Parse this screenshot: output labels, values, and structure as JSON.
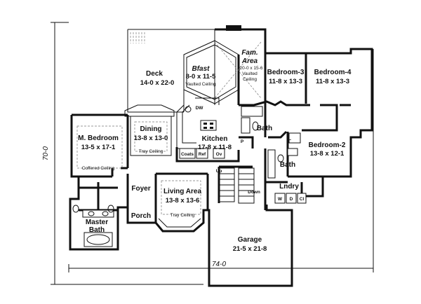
{
  "overall": {
    "width": "74-0",
    "depth": "70-0"
  },
  "rooms": {
    "deck": {
      "name": "Deck",
      "dim": "14-0 x 22-0"
    },
    "bfast": {
      "name": "Bfast",
      "dim": "8-0 x 11-5",
      "note": "Vaulted Ceiling"
    },
    "fam_area": {
      "name_line1": "Fam.",
      "name_line2": "Area",
      "dim": "20-0 x 15-6",
      "note1": "Vaulted",
      "note2": "Ceiling"
    },
    "bedroom3": {
      "name": "Bedroom-3",
      "dim": "11-8 x 13-3"
    },
    "bedroom4": {
      "name": "Bedroom-4",
      "dim": "11-8 x 13-3"
    },
    "bedroom2": {
      "name": "Bedroom-2",
      "dim": "13-8 x 12-1"
    },
    "m_bedroom": {
      "name": "M. Bedroom",
      "dim": "13-5 x 17-1",
      "note": "Coffered Ceiling"
    },
    "dining": {
      "name": "Dining",
      "dim": "13-8 x 13-0",
      "note": "Tray Ceiling"
    },
    "kitchen": {
      "name": "Kitchen",
      "dim": "17-8 x 11-8"
    },
    "living": {
      "name": "Living Area",
      "dim": "13-8 x 13-6",
      "note": "Tray Ceiling"
    },
    "foyer": {
      "name": "Foyer"
    },
    "porch": {
      "name": "Porch"
    },
    "master_bath": {
      "name_line1": "Master",
      "name_line2": "Bath"
    },
    "garage": {
      "name": "Garage",
      "dim": "21-5 x 21-8"
    },
    "bath1": {
      "name": "Bath"
    },
    "bath2": {
      "name": "Bath"
    },
    "laundry": {
      "name": "Lndry"
    }
  },
  "fixtures": {
    "dw": "DW",
    "coats": "Coats",
    "ref": "Ref",
    "ov": "Ov",
    "up": "Up",
    "down": "Down",
    "w": "W",
    "d": "D",
    "cl": "Cl",
    "p": "P",
    "l": "L"
  }
}
